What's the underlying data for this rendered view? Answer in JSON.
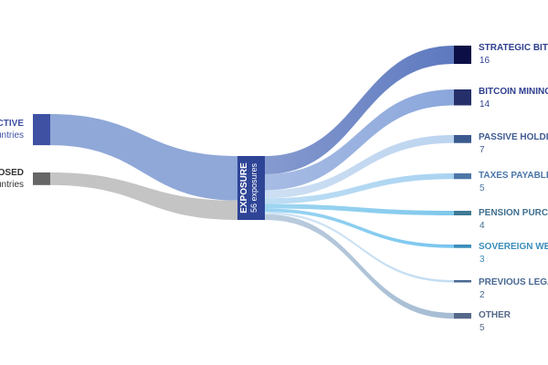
{
  "chart_data": {
    "type": "sankey",
    "sources": [
      {
        "label": "CTIVE",
        "sub": "untries",
        "value": 39,
        "color": "#3f51a3",
        "link_color": "#8fa8d8",
        "text_color": "#3f51a3"
      },
      {
        "label": "OSED",
        "sub": "untries",
        "value": 17,
        "color": "#666666",
        "link_color": "#c4c4c4",
        "text_color": "#333333"
      }
    ],
    "center": {
      "label": "EXPOSURE",
      "sub": "56 exposures",
      "value": 56,
      "color": "#2e4496"
    },
    "targets": [
      {
        "label": "STRATEGIC BITCOIN",
        "value": 16,
        "color": "#0b0f45",
        "link_color": "#5d79bf",
        "text_color": "#2e3f8f"
      },
      {
        "label": "BITCOIN MINING",
        "value": 14,
        "color": "#252f6a",
        "link_color": "#8aa6db",
        "text_color": "#2e3f8f"
      },
      {
        "label": "PASSIVE HOLDING",
        "value": 7,
        "color": "#3a5a8f",
        "link_color": "#bcd4ef",
        "text_color": "#3f5b92"
      },
      {
        "label": "TAXES PAYABLE",
        "value": 5,
        "color": "#4b77a8",
        "link_color": "#a9d3f1",
        "text_color": "#4b77a8"
      },
      {
        "label": "PENSION PURCH",
        "value": 4,
        "color": "#3f7a95",
        "link_color": "#7fc8ec",
        "text_color": "#3f6f8f"
      },
      {
        "label": "SOVEREIGN WEA",
        "value": 3,
        "color": "#3a8dbb",
        "link_color": "#79c6ee",
        "text_color": "#3a8dbb"
      },
      {
        "label": "PREVIOUS LEGA",
        "value": 2,
        "color": "#4a6892",
        "link_color": "#c2dcf2",
        "text_color": "#4a6892"
      },
      {
        "label": "OTHER",
        "value": 5,
        "color": "#56688a",
        "link_color": "#a5bcd3",
        "text_color": "#56688a"
      }
    ]
  }
}
